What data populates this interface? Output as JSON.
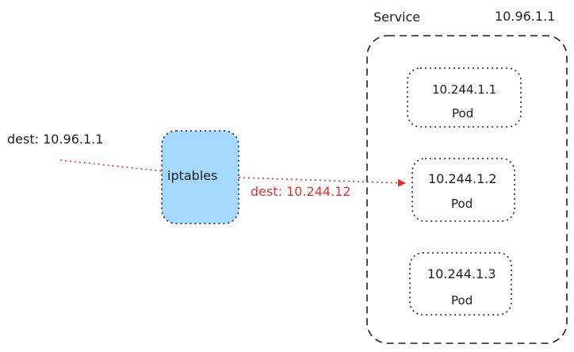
{
  "service": {
    "title": "Service",
    "ip": "10.96.1.1"
  },
  "client": {
    "dest_label": "dest: 10.96.1.1"
  },
  "iptables": {
    "label": "iptables",
    "fill_color": "#a5d8ff",
    "rewrite_label": "dest: 10.244.12",
    "rewrite_color": "#e03131"
  },
  "pods": [
    {
      "ip": "10.244.1.1",
      "label": "Pod"
    },
    {
      "ip": "10.244.1.2",
      "label": "Pod"
    },
    {
      "ip": "10.244.1.3",
      "label": "Pod"
    }
  ]
}
